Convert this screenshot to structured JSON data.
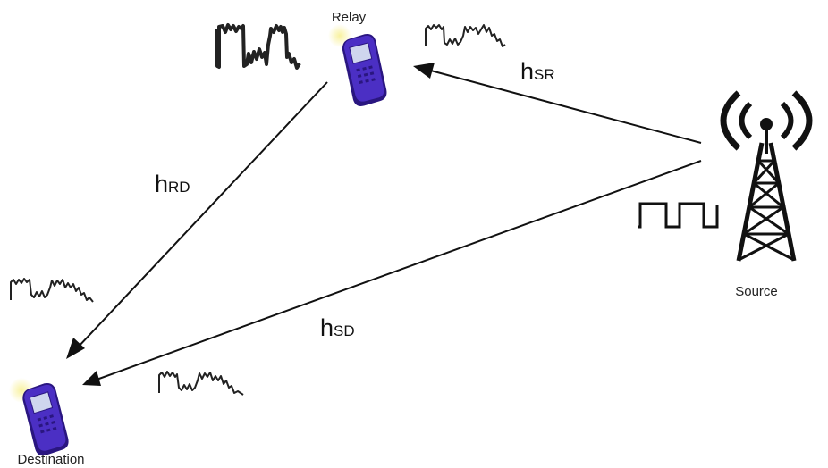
{
  "nodes": {
    "relay": {
      "label": "Relay"
    },
    "source": {
      "label": "Source"
    },
    "destination": {
      "label": "Destination"
    }
  },
  "links": {
    "source_relay": {
      "main": "h",
      "sub": "SR"
    },
    "relay_destination": {
      "main": "h",
      "sub": "RD"
    },
    "source_destination": {
      "main": "h",
      "sub": "SD"
    }
  },
  "colors": {
    "phone_body": "#4b2fc4",
    "phone_shadow": "#2a1680",
    "phone_screen": "#cfd6ee",
    "glow": "#f5ec8a",
    "ink": "#111111"
  },
  "icons": {
    "relay": "mobile-phone-icon",
    "destination": "mobile-phone-icon",
    "source": "radio-tower-icon"
  }
}
